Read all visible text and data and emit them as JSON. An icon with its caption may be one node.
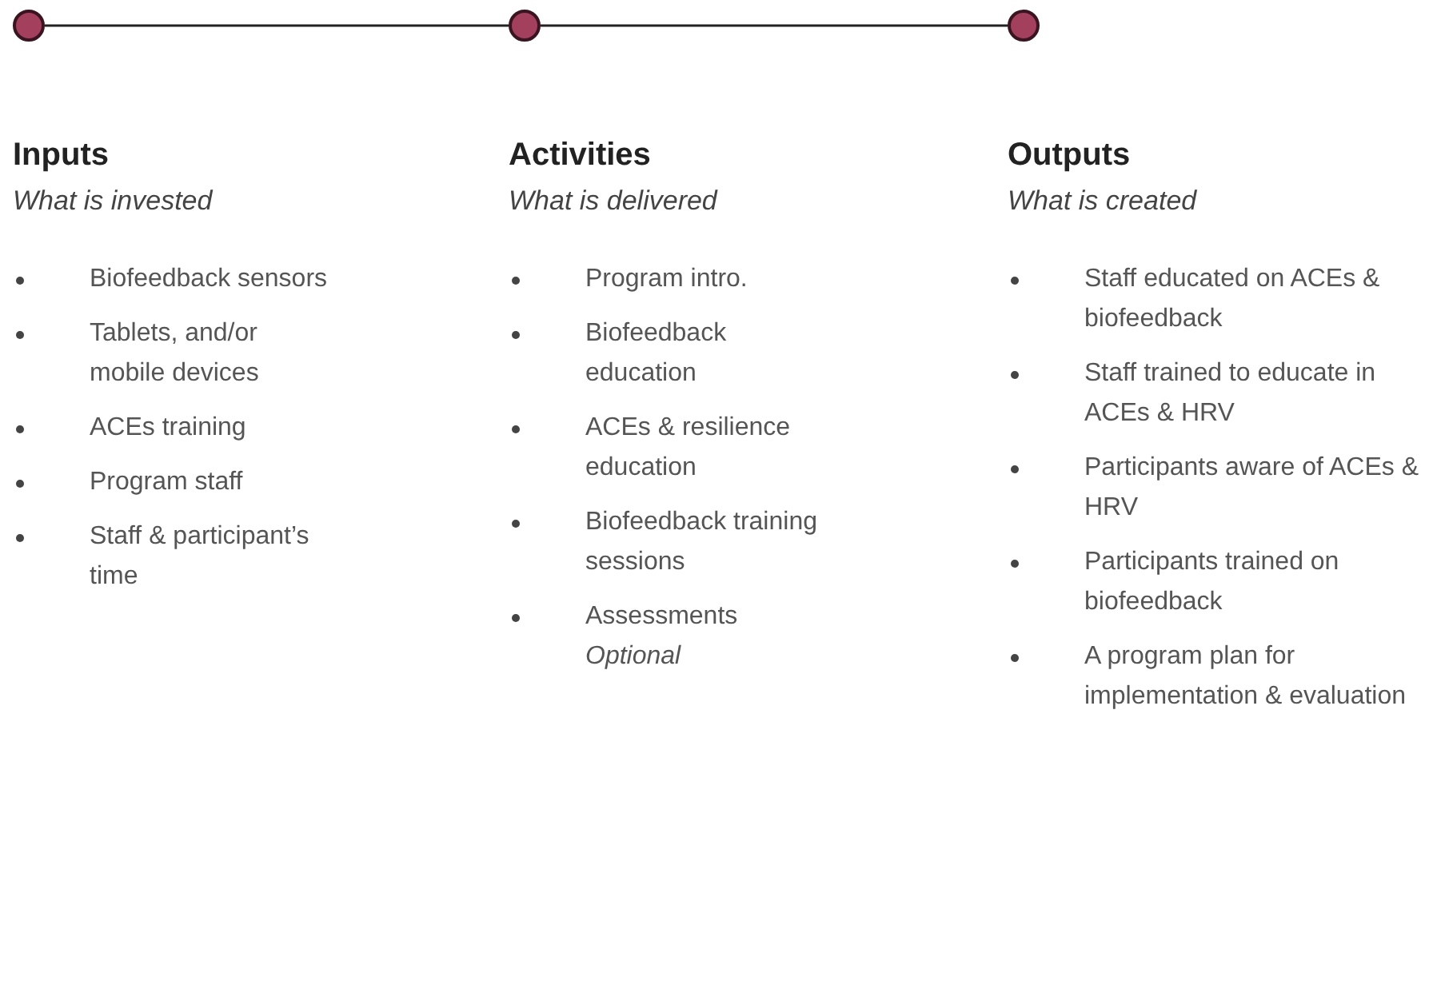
{
  "diagram": {
    "nodes": [
      {
        "text": [],
        "shape": "circle",
        "beside": [
          "Inputs"
        ]
      },
      {
        "text": [],
        "shape": "circle",
        "beside": [
          "Activities"
        ]
      },
      {
        "text": [],
        "shape": "circle",
        "beside": [
          "Outputs"
        ]
      }
    ],
    "edges": [
      {
        "from": 0,
        "to": 1,
        "arrow": "none"
      },
      {
        "from": 1,
        "to": 2,
        "arrow": "none"
      }
    ],
    "labels": [
      "What is invested",
      "Biofeedback sensors",
      "Tablets, and/or mobile devices",
      "ACEs training",
      "Program staff",
      "Staff & participant’s time",
      "What is delivered",
      "Program intro.",
      "Biofeedback education",
      "ACEs & resilience education",
      "Biofeedback training sessions",
      "Assessments *Optional*",
      "What is created",
      "Staff educated on ACEs & biofeedback",
      "Staff trained to educate in ACEs & HRV",
      "Participants aware of ACEs & HRV",
      "Participants trained on biofeedback",
      "A program plan for implementation & evaluation"
    ]
  }
}
